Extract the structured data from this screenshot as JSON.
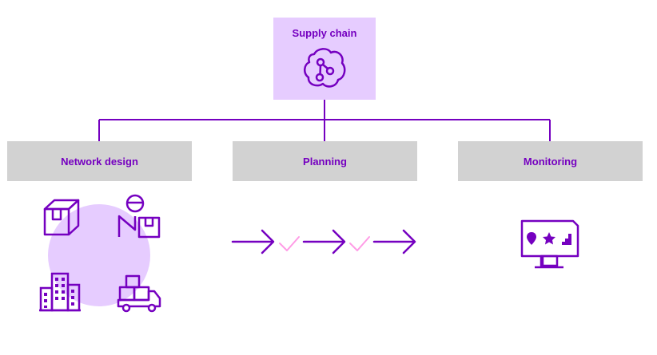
{
  "colors": {
    "accent": "#a100ff",
    "accent_dark": "#7500c0",
    "light_purple": "#e6ccff",
    "pink": "#ff9ce6",
    "gray_box": "#d2d2d2"
  },
  "root": {
    "title": "Supply chain",
    "icon": "network-nodes-icon"
  },
  "branches": [
    {
      "label": "Network design",
      "icons": [
        "package-icon",
        "worker-with-box-icon",
        "buildings-icon",
        "delivery-truck-icon"
      ]
    },
    {
      "label": "Planning",
      "icons": [
        "arrow-right-icon",
        "check-icon",
        "arrow-right-icon",
        "check-icon",
        "arrow-right-icon"
      ]
    },
    {
      "label": "Monitoring",
      "icons": [
        "monitor-dashboard-icon"
      ]
    }
  ]
}
